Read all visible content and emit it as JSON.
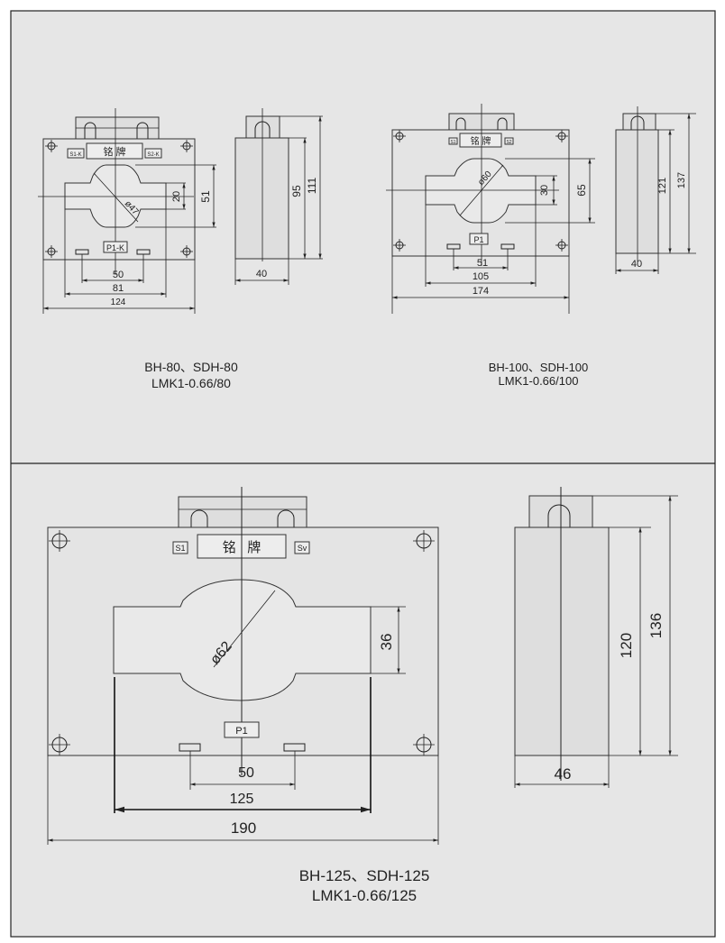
{
  "panel1": {
    "caption_line1": "BH-80、SDH-80",
    "caption_line2": "LMK1-0.66/80",
    "nameplate": "铭  牌",
    "s1_label": "S1-K",
    "s2_label": "S2-K",
    "p1_label": "P1-K",
    "diameter": "ø47",
    "dims": {
      "d20": "20",
      "d51": "51",
      "d50": "50",
      "d81": "81",
      "d124": "124",
      "d95": "95",
      "d111": "111",
      "d40": "40"
    }
  },
  "panel2": {
    "caption_line1": "BH-100、SDH-100",
    "caption_line2": "LMK1-0.66/100",
    "nameplate": "铭  牌",
    "s1_label": "S1",
    "s2_label": "S2",
    "p1_label": "P1",
    "diameter": "ø60",
    "dims": {
      "d30": "30",
      "d65": "65",
      "d51": "51",
      "d105": "105",
      "d174": "174",
      "d121": "121",
      "d137": "137",
      "d40": "40"
    }
  },
  "panel3": {
    "caption_line1": "BH-125、SDH-125",
    "caption_line2": "LMK1-0.66/125",
    "nameplate": "铭   牌",
    "s1_label": "S1",
    "s2_label": "Sv",
    "p1_label": "P1",
    "diameter": "ø62",
    "dims": {
      "d36": "36",
      "d50": "50",
      "d125": "125",
      "d190": "190",
      "d120": "120",
      "d136": "136",
      "d46": "46"
    }
  }
}
